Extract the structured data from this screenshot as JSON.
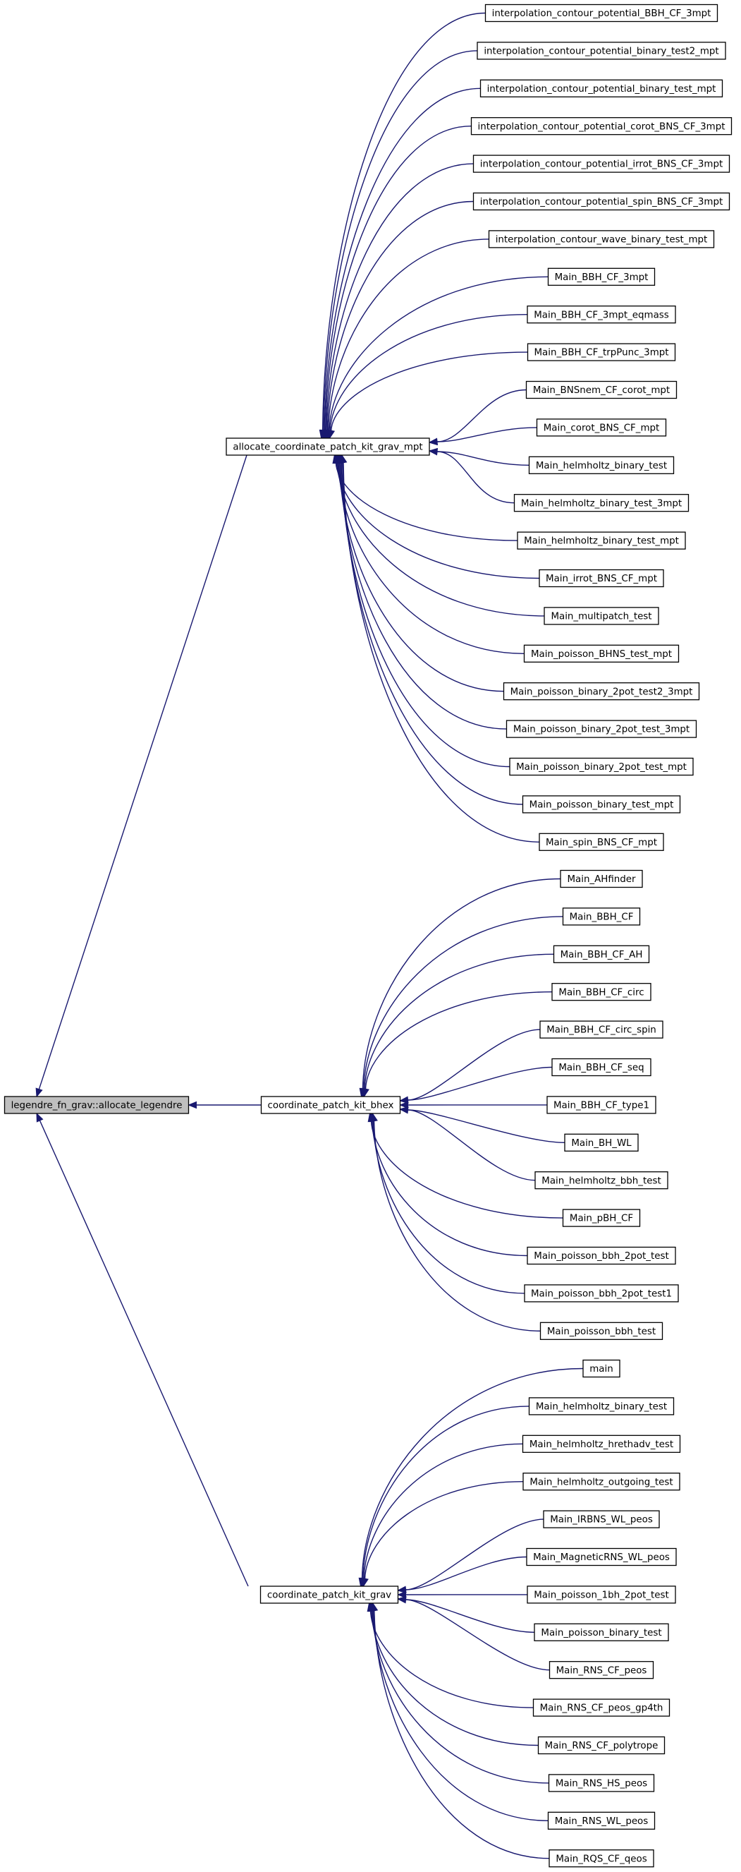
{
  "nodes": [
    {
      "id": "root",
      "label": "legendre_fn_grav::allocate_legendre",
      "level": 0,
      "highlight": true
    },
    {
      "id": "acpk",
      "label": "allocate_coordinate_patch_kit_grav_mpt",
      "level": 1
    },
    {
      "id": "cpkb",
      "label": "coordinate_patch_kit_bhex",
      "level": 1
    },
    {
      "id": "cpkg",
      "label": "coordinate_patch_kit_grav",
      "level": 1
    },
    {
      "id": "a1",
      "label": "interpolation_contour_potential_BBH_CF_3mpt",
      "level": 2,
      "parent": "acpk"
    },
    {
      "id": "a2",
      "label": "interpolation_contour_potential_binary_test2_mpt",
      "level": 2,
      "parent": "acpk"
    },
    {
      "id": "a3",
      "label": "interpolation_contour_potential_binary_test_mpt",
      "level": 2,
      "parent": "acpk"
    },
    {
      "id": "a4",
      "label": "interpolation_contour_potential_corot_BNS_CF_3mpt",
      "level": 2,
      "parent": "acpk"
    },
    {
      "id": "a5",
      "label": "interpolation_contour_potential_irrot_BNS_CF_3mpt",
      "level": 2,
      "parent": "acpk"
    },
    {
      "id": "a6",
      "label": "interpolation_contour_potential_spin_BNS_CF_3mpt",
      "level": 2,
      "parent": "acpk"
    },
    {
      "id": "a7",
      "label": "interpolation_contour_wave_binary_test_mpt",
      "level": 2,
      "parent": "acpk"
    },
    {
      "id": "a8",
      "label": "Main_BBH_CF_3mpt",
      "level": 2,
      "parent": "acpk"
    },
    {
      "id": "a9",
      "label": "Main_BBH_CF_3mpt_eqmass",
      "level": 2,
      "parent": "acpk"
    },
    {
      "id": "a10",
      "label": "Main_BBH_CF_trpPunc_3mpt",
      "level": 2,
      "parent": "acpk"
    },
    {
      "id": "a11",
      "label": "Main_BNSnem_CF_corot_mpt",
      "level": 2,
      "parent": "acpk"
    },
    {
      "id": "a12",
      "label": "Main_corot_BNS_CF_mpt",
      "level": 2,
      "parent": "acpk"
    },
    {
      "id": "a13",
      "label": "Main_helmholtz_binary_test",
      "level": 2,
      "parent": "acpk"
    },
    {
      "id": "a14",
      "label": "Main_helmholtz_binary_test_3mpt",
      "level": 2,
      "parent": "acpk"
    },
    {
      "id": "a15",
      "label": "Main_helmholtz_binary_test_mpt",
      "level": 2,
      "parent": "acpk"
    },
    {
      "id": "a16",
      "label": "Main_irrot_BNS_CF_mpt",
      "level": 2,
      "parent": "acpk"
    },
    {
      "id": "a17",
      "label": "Main_multipatch_test",
      "level": 2,
      "parent": "acpk"
    },
    {
      "id": "a18",
      "label": "Main_poisson_BHNS_test_mpt",
      "level": 2,
      "parent": "acpk"
    },
    {
      "id": "a19",
      "label": "Main_poisson_binary_2pot_test2_3mpt",
      "level": 2,
      "parent": "acpk"
    },
    {
      "id": "a20",
      "label": "Main_poisson_binary_2pot_test_3mpt",
      "level": 2,
      "parent": "acpk"
    },
    {
      "id": "a21",
      "label": "Main_poisson_binary_2pot_test_mpt",
      "level": 2,
      "parent": "acpk"
    },
    {
      "id": "a22",
      "label": "Main_poisson_binary_test_mpt",
      "level": 2,
      "parent": "acpk"
    },
    {
      "id": "a23",
      "label": "Main_spin_BNS_CF_mpt",
      "level": 2,
      "parent": "acpk"
    },
    {
      "id": "b1",
      "label": "Main_AHfinder",
      "level": 2,
      "parent": "cpkb"
    },
    {
      "id": "b2",
      "label": "Main_BBH_CF",
      "level": 2,
      "parent": "cpkb"
    },
    {
      "id": "b3",
      "label": "Main_BBH_CF_AH",
      "level": 2,
      "parent": "cpkb"
    },
    {
      "id": "b4",
      "label": "Main_BBH_CF_circ",
      "level": 2,
      "parent": "cpkb"
    },
    {
      "id": "b5",
      "label": "Main_BBH_CF_circ_spin",
      "level": 2,
      "parent": "cpkb"
    },
    {
      "id": "b6",
      "label": "Main_BBH_CF_seq",
      "level": 2,
      "parent": "cpkb"
    },
    {
      "id": "b7",
      "label": "Main_BBH_CF_type1",
      "level": 2,
      "parent": "cpkb"
    },
    {
      "id": "b8",
      "label": "Main_BH_WL",
      "level": 2,
      "parent": "cpkb"
    },
    {
      "id": "b9",
      "label": "Main_helmholtz_bbh_test",
      "level": 2,
      "parent": "cpkb"
    },
    {
      "id": "b10",
      "label": "Main_pBH_CF",
      "level": 2,
      "parent": "cpkb"
    },
    {
      "id": "b11",
      "label": "Main_poisson_bbh_2pot_test",
      "level": 2,
      "parent": "cpkb"
    },
    {
      "id": "b12",
      "label": "Main_poisson_bbh_2pot_test1",
      "level": 2,
      "parent": "cpkb"
    },
    {
      "id": "b13",
      "label": "Main_poisson_bbh_test",
      "level": 2,
      "parent": "cpkb"
    },
    {
      "id": "c1",
      "label": "main",
      "level": 2,
      "parent": "cpkg"
    },
    {
      "id": "c2",
      "label": "Main_helmholtz_binary_test",
      "level": 2,
      "parent": "cpkg"
    },
    {
      "id": "c3",
      "label": "Main_helmholtz_hrethadv_test",
      "level": 2,
      "parent": "cpkg"
    },
    {
      "id": "c4",
      "label": "Main_helmholtz_outgoing_test",
      "level": 2,
      "parent": "cpkg"
    },
    {
      "id": "c5",
      "label": "Main_IRBNS_WL_peos",
      "level": 2,
      "parent": "cpkg"
    },
    {
      "id": "c6",
      "label": "Main_MagneticRNS_WL_peos",
      "level": 2,
      "parent": "cpkg"
    },
    {
      "id": "c7",
      "label": "Main_poisson_1bh_2pot_test",
      "level": 2,
      "parent": "cpkg"
    },
    {
      "id": "c8",
      "label": "Main_poisson_binary_test",
      "level": 2,
      "parent": "cpkg"
    },
    {
      "id": "c9",
      "label": "Main_RNS_CF_peos",
      "level": 2,
      "parent": "cpkg"
    },
    {
      "id": "c10",
      "label": "Main_RNS_CF_peos_gp4th",
      "level": 2,
      "parent": "cpkg"
    },
    {
      "id": "c11",
      "label": "Main_RNS_CF_polytrope",
      "level": 2,
      "parent": "cpkg"
    },
    {
      "id": "c12",
      "label": "Main_RNS_HS_peos",
      "level": 2,
      "parent": "cpkg"
    },
    {
      "id": "c13",
      "label": "Main_RNS_WL_peos",
      "level": 2,
      "parent": "cpkg"
    },
    {
      "id": "c14",
      "label": "Main_RQS_CF_qeos",
      "level": 2,
      "parent": "cpkg"
    }
  ],
  "edges": [
    {
      "from": "acpk",
      "to": "root"
    },
    {
      "from": "cpkb",
      "to": "root"
    },
    {
      "from": "cpkg",
      "to": "root"
    },
    {
      "from": "a1",
      "to": "acpk"
    },
    {
      "from": "a2",
      "to": "acpk"
    },
    {
      "from": "a3",
      "to": "acpk"
    },
    {
      "from": "a4",
      "to": "acpk"
    },
    {
      "from": "a5",
      "to": "acpk"
    },
    {
      "from": "a6",
      "to": "acpk"
    },
    {
      "from": "a7",
      "to": "acpk"
    },
    {
      "from": "a8",
      "to": "acpk"
    },
    {
      "from": "a9",
      "to": "acpk"
    },
    {
      "from": "a10",
      "to": "acpk"
    },
    {
      "from": "a11",
      "to": "acpk"
    },
    {
      "from": "a12",
      "to": "acpk"
    },
    {
      "from": "a13",
      "to": "acpk"
    },
    {
      "from": "a14",
      "to": "acpk"
    },
    {
      "from": "a15",
      "to": "acpk"
    },
    {
      "from": "a16",
      "to": "acpk"
    },
    {
      "from": "a17",
      "to": "acpk"
    },
    {
      "from": "a18",
      "to": "acpk"
    },
    {
      "from": "a19",
      "to": "acpk"
    },
    {
      "from": "a20",
      "to": "acpk"
    },
    {
      "from": "a21",
      "to": "acpk"
    },
    {
      "from": "a22",
      "to": "acpk"
    },
    {
      "from": "a23",
      "to": "acpk"
    },
    {
      "from": "b1",
      "to": "cpkb"
    },
    {
      "from": "b2",
      "to": "cpkb"
    },
    {
      "from": "b3",
      "to": "cpkb"
    },
    {
      "from": "b4",
      "to": "cpkb"
    },
    {
      "from": "b5",
      "to": "cpkb"
    },
    {
      "from": "b6",
      "to": "cpkb"
    },
    {
      "from": "b7",
      "to": "cpkb"
    },
    {
      "from": "b8",
      "to": "cpkb"
    },
    {
      "from": "b9",
      "to": "cpkb"
    },
    {
      "from": "b10",
      "to": "cpkb"
    },
    {
      "from": "b11",
      "to": "cpkb"
    },
    {
      "from": "b12",
      "to": "cpkb"
    },
    {
      "from": "b13",
      "to": "cpkb"
    },
    {
      "from": "c1",
      "to": "cpkg"
    },
    {
      "from": "c2",
      "to": "cpkg"
    },
    {
      "from": "c3",
      "to": "cpkg"
    },
    {
      "from": "c4",
      "to": "cpkg"
    },
    {
      "from": "c5",
      "to": "cpkg"
    },
    {
      "from": "c6",
      "to": "cpkg"
    },
    {
      "from": "c7",
      "to": "cpkg"
    },
    {
      "from": "c8",
      "to": "cpkg"
    },
    {
      "from": "c9",
      "to": "cpkg"
    },
    {
      "from": "c10",
      "to": "cpkg"
    },
    {
      "from": "c11",
      "to": "cpkg"
    },
    {
      "from": "c12",
      "to": "cpkg"
    },
    {
      "from": "c13",
      "to": "cpkg"
    },
    {
      "from": "c14",
      "to": "cpkg"
    }
  ],
  "colors": {
    "edge": "#191970",
    "root_fill": "#bfbfbf",
    "node_fill": "#ffffff",
    "node_stroke": "#000000"
  }
}
